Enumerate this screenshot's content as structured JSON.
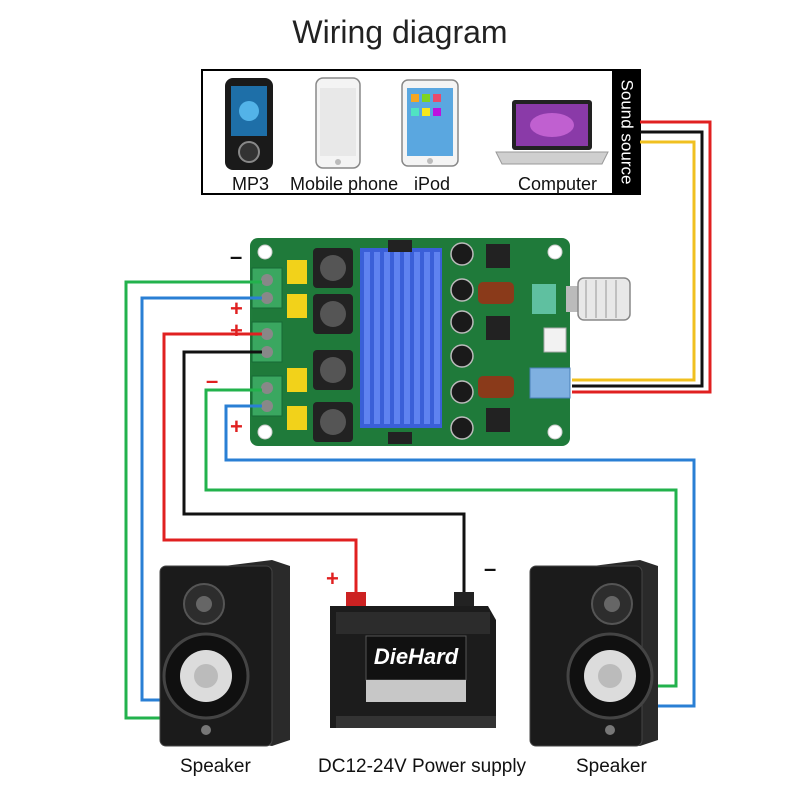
{
  "title": "Wiring diagram",
  "sound_source": {
    "label": "Sound source",
    "devices": [
      {
        "label": "MP3",
        "icon": "mp3-player-icon"
      },
      {
        "label": "Mobile phone",
        "icon": "mobile-phone-icon"
      },
      {
        "label": "iPod",
        "icon": "ipod-icon"
      },
      {
        "label": "Computer",
        "icon": "laptop-icon"
      }
    ]
  },
  "polarity": {
    "minus": "–",
    "plus": "+"
  },
  "battery": {
    "brand": "DieHard",
    "label": "DC12-24V Power supply"
  },
  "speakers": {
    "left_label": "Speaker",
    "right_label": "Speaker"
  },
  "colors": {
    "red": "#e02020",
    "black": "#111111",
    "yellow": "#f0c020",
    "green": "#22b24c",
    "blue": "#2a7fd4",
    "board": "#1f7a3a",
    "heatsink": "#3a5fd8"
  }
}
